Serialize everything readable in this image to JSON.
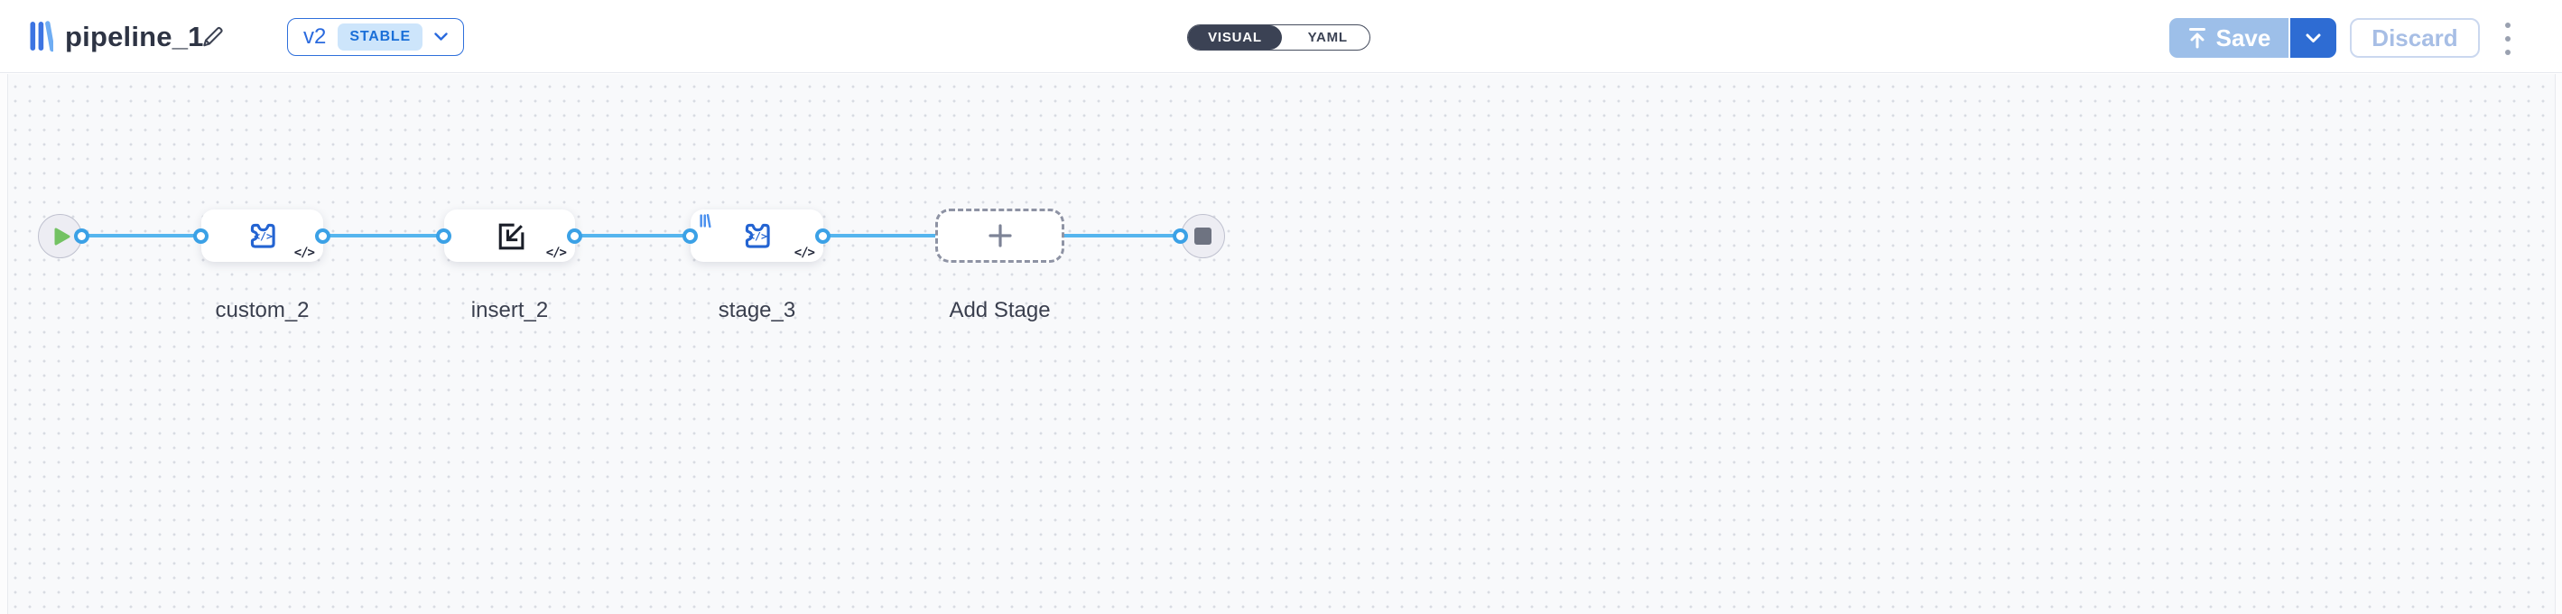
{
  "header": {
    "title": "pipeline_1",
    "version_selector": {
      "version": "v2",
      "status_badge": "STABLE"
    },
    "mode_toggle": {
      "options": [
        {
          "label": "VISUAL",
          "active": true
        },
        {
          "label": "YAML",
          "active": false
        }
      ]
    },
    "actions": {
      "save": "Save",
      "discard": "Discard"
    }
  },
  "canvas": {
    "code_glyph": "</>",
    "nodes": [
      {
        "type": "start"
      },
      {
        "type": "stage",
        "label": "custom_2",
        "icon": "puzzle-code-icon"
      },
      {
        "type": "stage",
        "label": "insert_2",
        "icon": "import-icon"
      },
      {
        "type": "stage",
        "label": "stage_3",
        "icon": "puzzle-code-icon",
        "vendor_mark": "library-logo"
      },
      {
        "type": "add-stage",
        "label": "Add Stage"
      },
      {
        "type": "end"
      }
    ]
  },
  "colors": {
    "accent_blue": "#2e6cd3",
    "save_disabled_blue": "#9dbfe9",
    "connector_blue": "#55b5ee",
    "port_ring_blue": "#3ba1e6",
    "badge_bg": "#cde5fb",
    "badge_text": "#1a6fd8",
    "toggle_dark": "#3b4254",
    "canvas_bg": "#f8f9fb",
    "play_green": "#73c263",
    "stop_gray": "#6e7381"
  }
}
